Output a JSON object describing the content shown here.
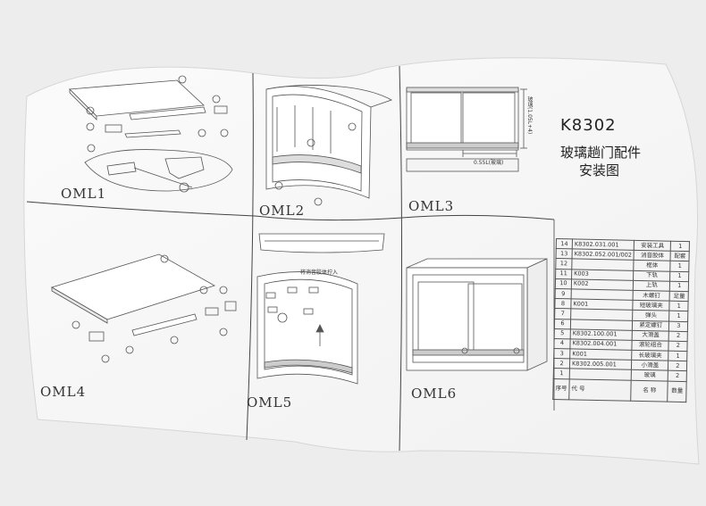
{
  "document": {
    "model": "K8302",
    "title_line1": "玻璃趟门配件",
    "title_line2": "安装图"
  },
  "panels": [
    {
      "label": "OML1"
    },
    {
      "label": "OML2"
    },
    {
      "label": "OML3"
    },
    {
      "label": "OML4"
    },
    {
      "label": "OML5"
    },
    {
      "label": "OML6"
    }
  ],
  "annotations": {
    "oml3_dimension": "0.55L(玻璃)",
    "oml3_side_label": "玻璃(1.05L+4)",
    "oml5_instruction": "将消音胶体拧入"
  },
  "parts_table": {
    "header": {
      "no": "序号",
      "code": "代 号",
      "name": "名 称",
      "qty": "数量"
    },
    "rows": [
      {
        "no": "14",
        "code": "K8302.031.001",
        "name": "安装工具",
        "qty": "1"
      },
      {
        "no": "13",
        "code": "K8302.052.001/002",
        "name": "消音胶体",
        "qty": "配套"
      },
      {
        "no": "12",
        "code": "",
        "name": "框体",
        "qty": "1"
      },
      {
        "no": "11",
        "code": "K003",
        "name": "下轨",
        "qty": "1"
      },
      {
        "no": "10",
        "code": "K002",
        "name": "上轨",
        "qty": "1"
      },
      {
        "no": "9",
        "code": "",
        "name": "木螺钉",
        "qty": "足量"
      },
      {
        "no": "8",
        "code": "K001",
        "name": "短玻璃夹",
        "qty": "1"
      },
      {
        "no": "7",
        "code": "",
        "name": "弹头",
        "qty": "1"
      },
      {
        "no": "6",
        "code": "",
        "name": "紧定螺钉",
        "qty": "3"
      },
      {
        "no": "5",
        "code": "K8302.100.001",
        "name": "大滑盖",
        "qty": "2"
      },
      {
        "no": "4",
        "code": "K8302.004.001",
        "name": "滚轮组合",
        "qty": "2"
      },
      {
        "no": "3",
        "code": "K001",
        "name": "长玻璃夹",
        "qty": "1"
      },
      {
        "no": "2",
        "code": "K8302.005.001",
        "name": "小滑盖",
        "qty": "2"
      },
      {
        "no": "1",
        "code": "",
        "name": "玻璃",
        "qty": "2"
      }
    ]
  }
}
